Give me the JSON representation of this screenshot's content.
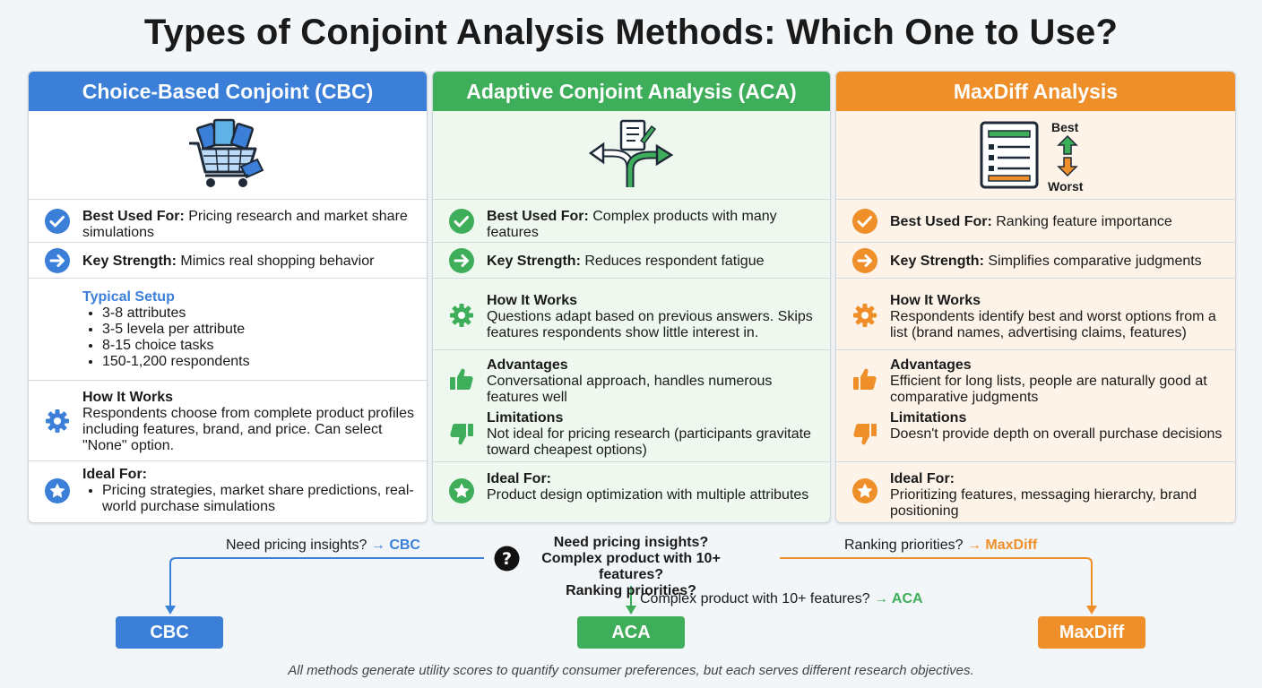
{
  "title": "Types of Conjoint Analysis Methods: Which One to Use?",
  "colors": {
    "blue": "#3b7fd9",
    "green": "#3fae5a",
    "orange": "#ef8f2a"
  },
  "cbc": {
    "header": "Choice-Based Conjoint (CBC)",
    "icon": "shopping-cart-icon",
    "best_used_label": "Best Used For:",
    "best_used": "Pricing research and market share simulations",
    "strength_label": "Key Strength:",
    "strength": "Mimics real shopping behavior",
    "setup_label": "Typical Setup",
    "setup_items": [
      "3-8 attributes",
      "3-5 levela per attribute",
      "8-15 choice tasks",
      "150-1,200 respondents"
    ],
    "how_label": "How It Works",
    "how": "Respondents choose from complete product profiles including features, brand, and price. Can select \"None\" option.",
    "ideal_label": "Ideal For:",
    "ideal": "Pricing strategies, market share predictions, real-world purchase simulations"
  },
  "aca": {
    "header": "Adaptive Conjoint Analysis (ACA)",
    "icon": "branching-arrows-checklist-icon",
    "best_used_label": "Best Used For:",
    "best_used": "Complex products with many features",
    "strength_label": "Key Strength:",
    "strength": "Reduces respondent fatigue",
    "how_label": "How It Works",
    "how": "Questions adapt based on previous answers. Skips features respondents show little interest in.",
    "adv_label": "Advantages",
    "adv": "Conversational approach, handles numerous features well",
    "lim_label": "Limitations",
    "lim": "Not ideal for pricing research (participants gravitate toward cheapest options)",
    "ideal_label": "Ideal For:",
    "ideal": "Product design optimization with multiple attributes"
  },
  "maxdiff": {
    "header": "MaxDiff Analysis",
    "icon": "ranked-list-icon",
    "best_tag": "Best",
    "worst_tag": "Worst",
    "best_used_label": "Best Used For:",
    "best_used": "Ranking feature importance",
    "strength_label": "Key Strength:",
    "strength": "Simplifies comparative judgments",
    "how_label": "How It Works",
    "how": "Respondents identify best and worst options from a list (brand names, advertising claims, features)",
    "adv_label": "Advantages",
    "adv": "Efficient for long lists, people are naturally good at comparative judgments",
    "lim_label": "Limitations",
    "lim": "Doesn't provide depth on overall purchase decisions",
    "ideal_label": "Ideal For:",
    "ideal": "Prioritizing features, messaging hierarchy, brand positioning"
  },
  "flow": {
    "q1": "Need pricing insights?",
    "q2": "Complex product with 10+ features?",
    "q3": "Ranking priorities?",
    "left_label": "Need pricing insights?",
    "left_target": "→ CBC",
    "mid_label": "Complex product with 10+ features?",
    "mid_target": "→ ACA",
    "right_label": "Ranking priorities?",
    "right_target": "→ MaxDiff",
    "box_cbc": "CBC",
    "box_aca": "ACA",
    "box_maxdiff": "MaxDiff"
  },
  "footer": "All methods generate utility scores to quantify consumer preferences, but each serves different research objectives."
}
